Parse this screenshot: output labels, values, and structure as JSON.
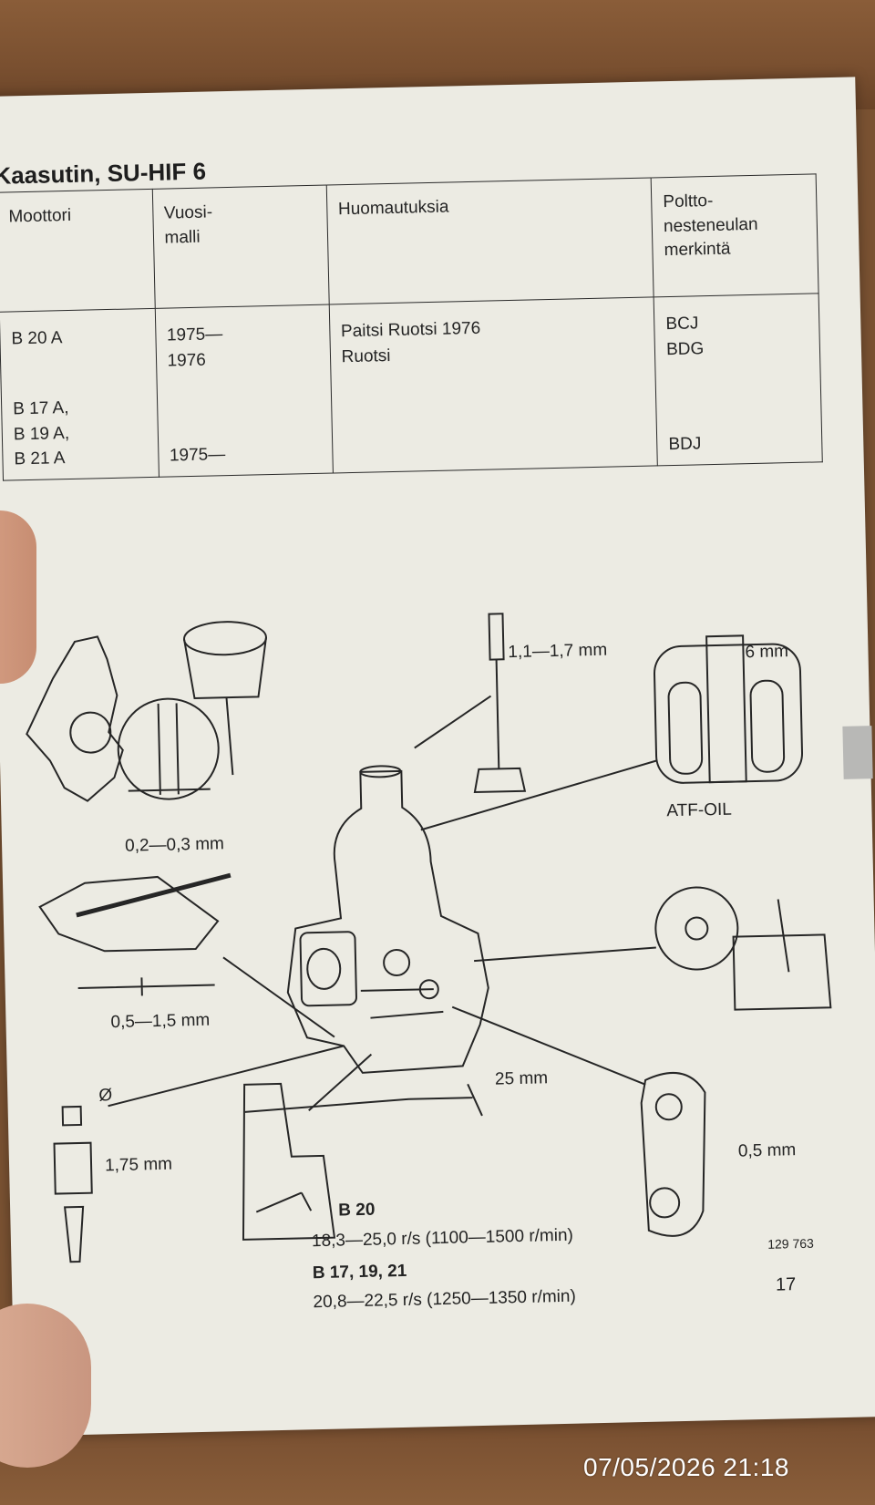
{
  "title": "Kaasutin, SU-HIF 6",
  "table": {
    "headers": [
      "Moottori",
      "Vuosi-\nmalli",
      "Huomautuksia",
      "Poltto-\nnesteneulan\nmerkintä"
    ],
    "col_moottori": [
      "B 20 A",
      "B 17 A,\nB 19 A,\nB 21 A"
    ],
    "col_vuosimalli": [
      "1975—\n1976",
      "1975—"
    ],
    "col_huomautuksia": [
      "Paitsi Ruotsi 1976",
      "Ruotsi"
    ],
    "col_merkinta": [
      "BCJ",
      "BDG",
      "BDJ"
    ]
  },
  "diagram": {
    "labels": {
      "needle_gap": "1,1—1,7 mm",
      "damper_depth": "6 mm",
      "oil": "ATF-OIL",
      "jet_gap": "0,2—0,3 mm",
      "float_gap": "0,5—1,5 mm",
      "valve_symbol": "Ø",
      "valve_size": "1,75 mm",
      "link_gap": "25 mm",
      "lever_gap": "0,5 mm",
      "engine_b20": "B 20",
      "rpm_b20": "18,3—25,0 r/s (1100—1500 r/min)",
      "engine_b17": "B 17, 19, 21",
      "rpm_b17": "20,8—22,5 r/s (1250—1350 r/min)",
      "figure_no": "129 763"
    }
  },
  "page_number": "17",
  "timestamp": "07/05/2026 21:18"
}
